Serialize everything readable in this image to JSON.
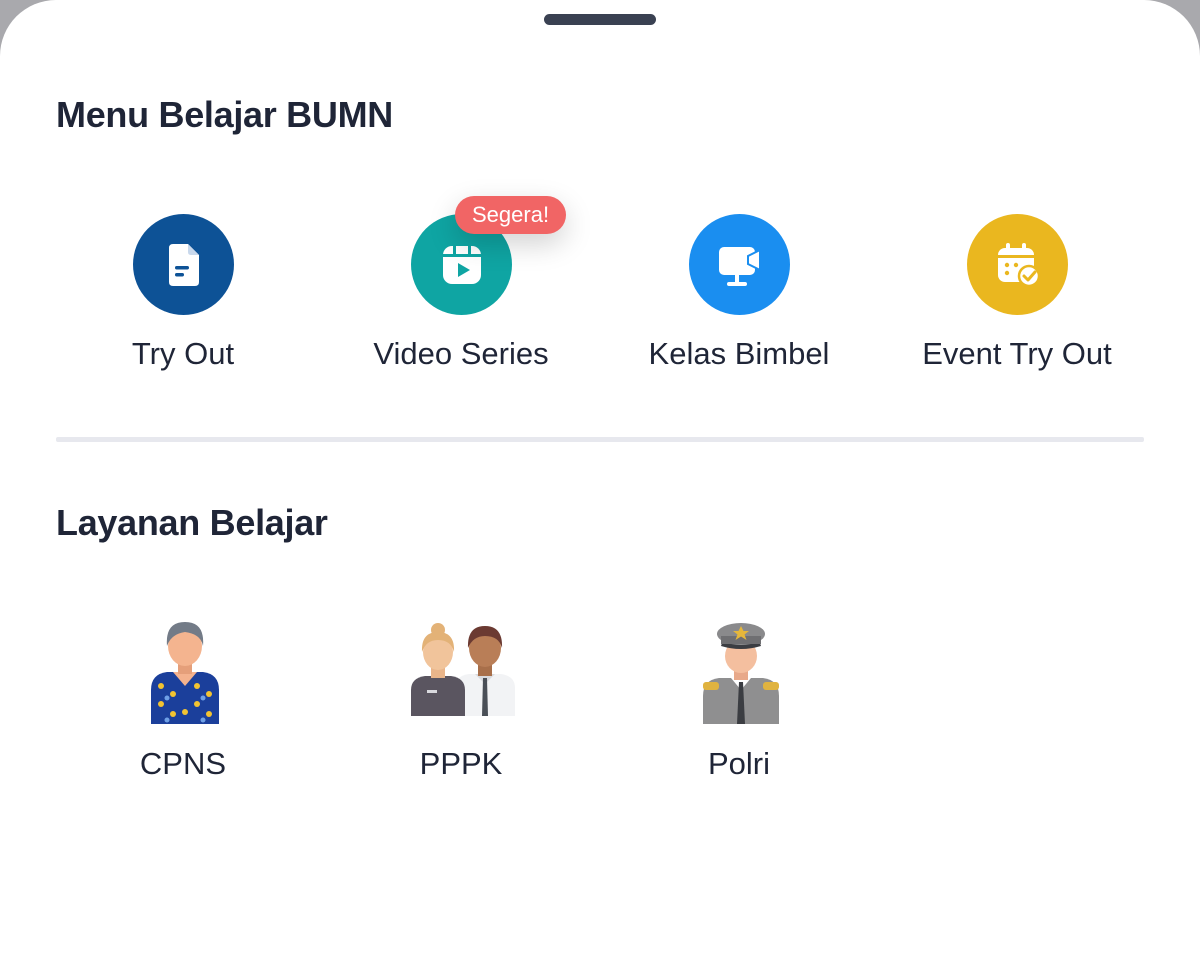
{
  "sections": {
    "menu": {
      "title": "Menu Belajar BUMN",
      "items": [
        {
          "label": "Try Out",
          "icon": "document-icon",
          "color": "#0d5296"
        },
        {
          "label": "Video Series",
          "icon": "video-play-icon",
          "color": "#0fa5a3",
          "badge": "Segera!"
        },
        {
          "label": "Kelas Bimbel",
          "icon": "monitor-video-icon",
          "color": "#1a8ef0"
        },
        {
          "label": "Event Try Out",
          "icon": "calendar-check-icon",
          "color": "#eab71f"
        }
      ]
    },
    "services": {
      "title": "Layanan Belajar",
      "items": [
        {
          "label": "CPNS",
          "icon": "cpns-person-icon"
        },
        {
          "label": "PPPK",
          "icon": "pppk-people-icon"
        },
        {
          "label": "Polri",
          "icon": "police-officer-icon"
        }
      ]
    }
  },
  "colors": {
    "badge": "#f16565",
    "text": "#1f2537",
    "divider": "#e7e8ee"
  }
}
